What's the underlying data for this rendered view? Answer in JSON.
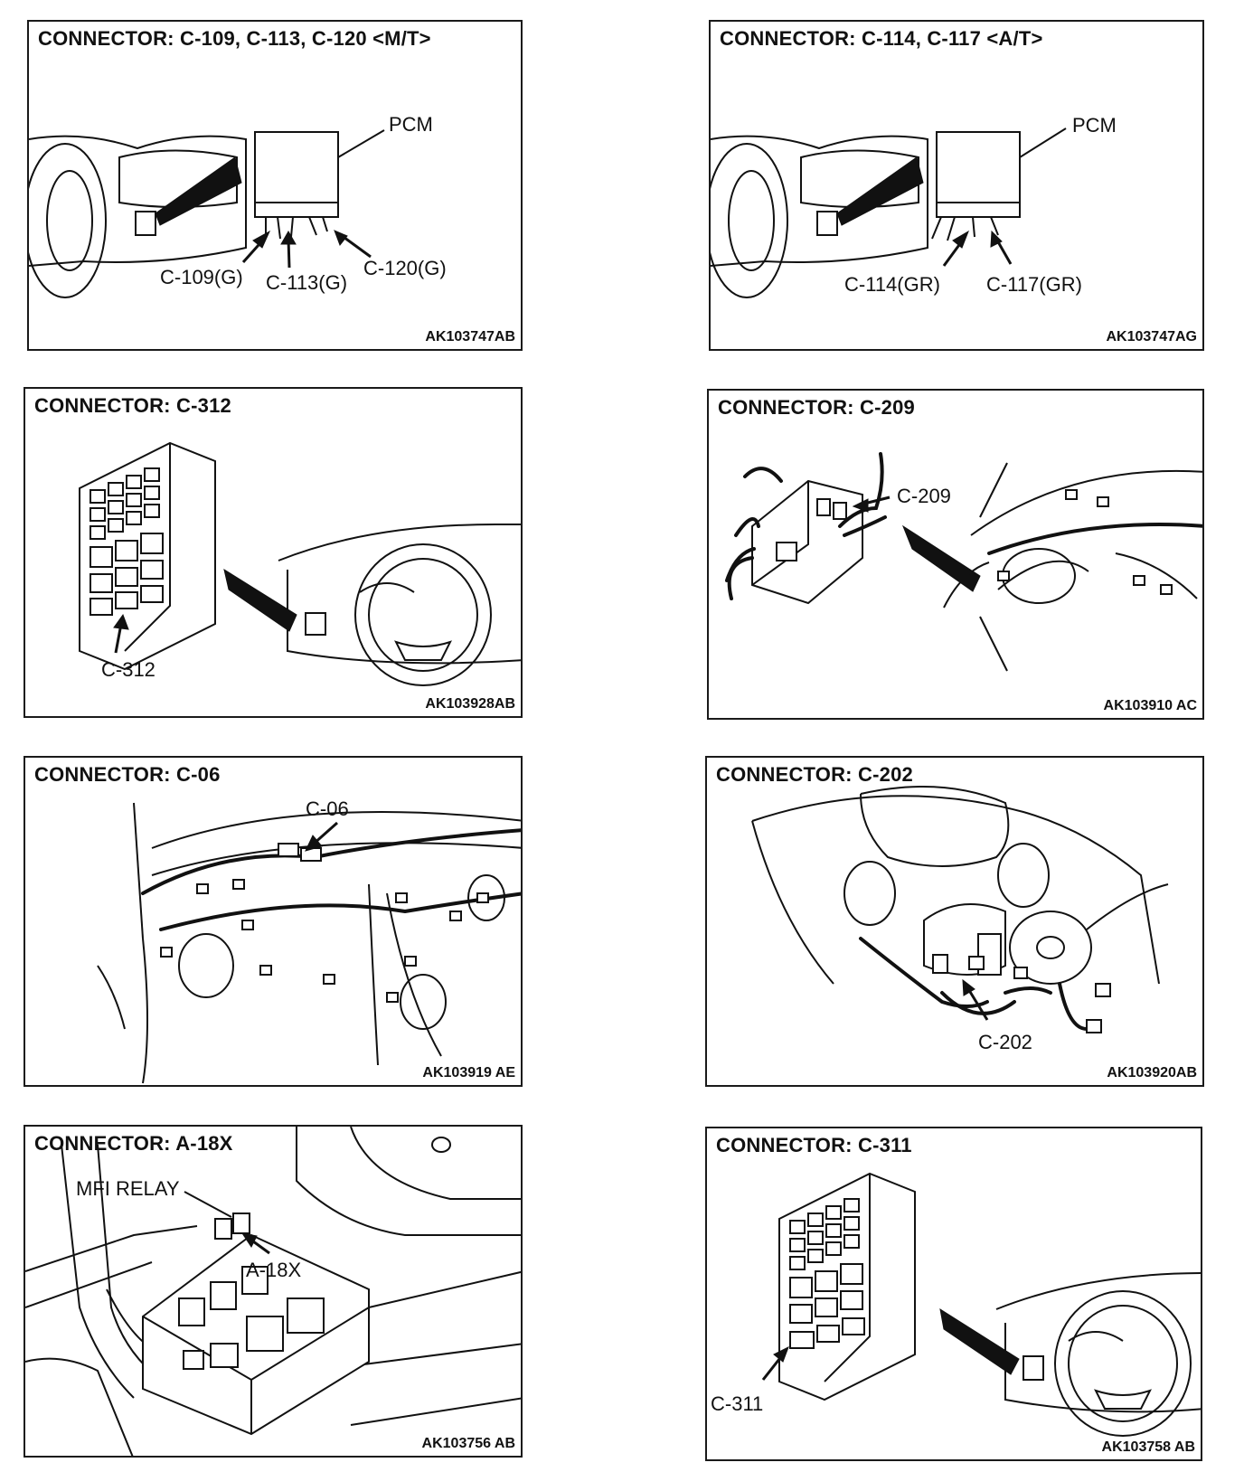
{
  "panels": [
    {
      "title": "CONNECTOR: C-109, C-113, C-120 <M/T>",
      "code": "AK103747AB",
      "labels": {
        "pcm": "PCM",
        "c109": "C-109(G)",
        "c113": "C-113(G)",
        "c120": "C-120(G)"
      }
    },
    {
      "title": "CONNECTOR: C-114, C-117 <A/T>",
      "code": "AK103747AG",
      "labels": {
        "pcm": "PCM",
        "c114": "C-114(GR)",
        "c117": "C-117(GR)"
      }
    },
    {
      "title": "CONNECTOR: C-312",
      "code": "AK103928AB",
      "labels": {
        "c312": "C-312"
      }
    },
    {
      "title": "CONNECTOR: C-209",
      "code": "AK103910 AC",
      "labels": {
        "c209": "C-209"
      }
    },
    {
      "title": "CONNECTOR: C-06",
      "code": "AK103919 AE",
      "labels": {
        "c06": "C-06"
      }
    },
    {
      "title": "CONNECTOR: C-202",
      "code": "AK103920AB",
      "labels": {
        "c202": "C-202"
      }
    },
    {
      "title": "CONNECTOR: A-18X",
      "code": "AK103756 AB",
      "labels": {
        "relay": "MFI RELAY",
        "a18x": "A-18X"
      }
    },
    {
      "title": "CONNECTOR: C-311",
      "code": "AK103758 AB",
      "labels": {
        "c311": "C-311"
      }
    }
  ]
}
